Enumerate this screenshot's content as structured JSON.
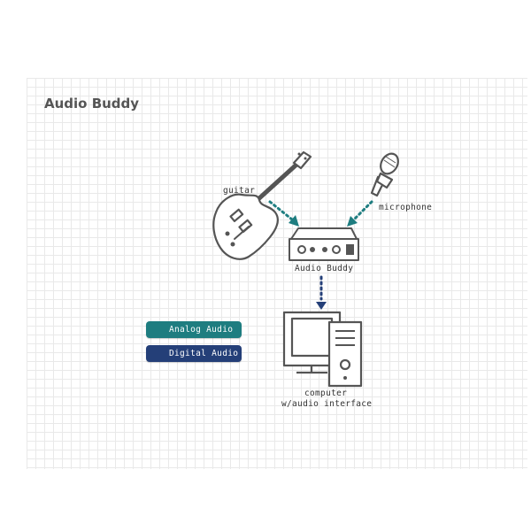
{
  "title": "Audio Buddy",
  "nodes": {
    "guitar": "guitar",
    "microphone": "microphone",
    "audio_buddy": "Audio Buddy",
    "computer_line1": "computer",
    "computer_line2": "w/audio interface"
  },
  "legend": [
    {
      "label": "Analog Audio",
      "color": "#1e7d80",
      "icon": "speaker-icon"
    },
    {
      "label": "Digital Audio",
      "color": "#243f78",
      "icon": "waveform-icon"
    }
  ],
  "colors": {
    "analog": "#1e7d80",
    "digital": "#243f78",
    "outline": "#555555"
  }
}
